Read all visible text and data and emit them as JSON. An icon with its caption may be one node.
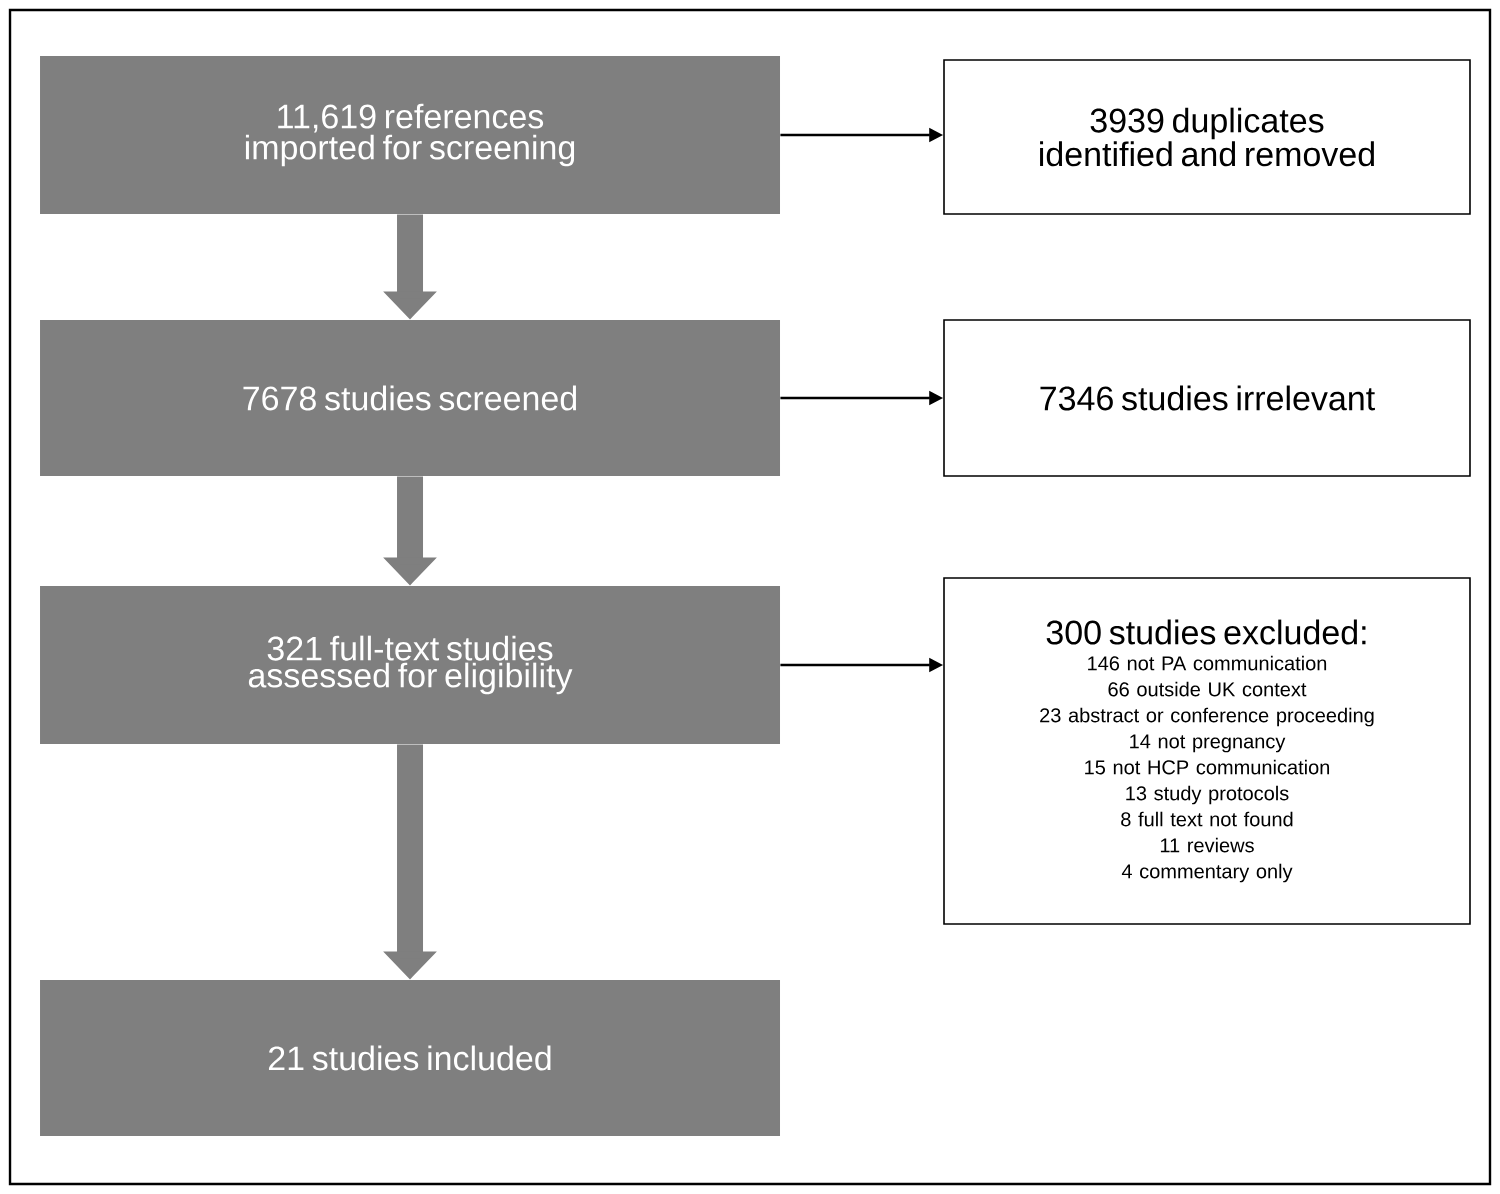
{
  "diagram": {
    "nodes": [
      {
        "text": [
          "11,619 references imported for screening"
        ]
      },
      {
        "text": [
          "7678 studies screened"
        ]
      },
      {
        "text": [
          "321 full-text studies assessed for eligibility"
        ]
      },
      {
        "text": [
          "21 studies included"
        ]
      },
      {
        "text": [
          "3939 duplicates identified and removed"
        ]
      },
      {
        "text": [
          "7346 studies irrelevant"
        ]
      },
      {
        "text": [
          "300 studies excluded:",
          "146 not PA communication",
          "66 outside UK context",
          "23 abstract or conference proceeding",
          "14 not pregnancy",
          "15 not HCP communication",
          "13 study protocols",
          "8 full text not found",
          "11 reviews",
          "4 commentary only"
        ]
      }
    ],
    "edges": [
      {
        "from": 0,
        "to": 1,
        "arrow": "to",
        "style": "thick",
        "color": "#7f7f7f"
      },
      {
        "from": 1,
        "to": 2,
        "arrow": "to",
        "style": "thick",
        "color": "#7f7f7f"
      },
      {
        "from": 2,
        "to": 3,
        "arrow": "to",
        "style": "thick",
        "color": "#7f7f7f"
      },
      {
        "from": 0,
        "to": 4,
        "arrow": "to",
        "color": "#000000"
      },
      {
        "from": 1,
        "to": 5,
        "arrow": "to",
        "color": "#000000"
      },
      {
        "from": 2,
        "to": 6,
        "arrow": "to",
        "color": "#000000"
      }
    ]
  }
}
